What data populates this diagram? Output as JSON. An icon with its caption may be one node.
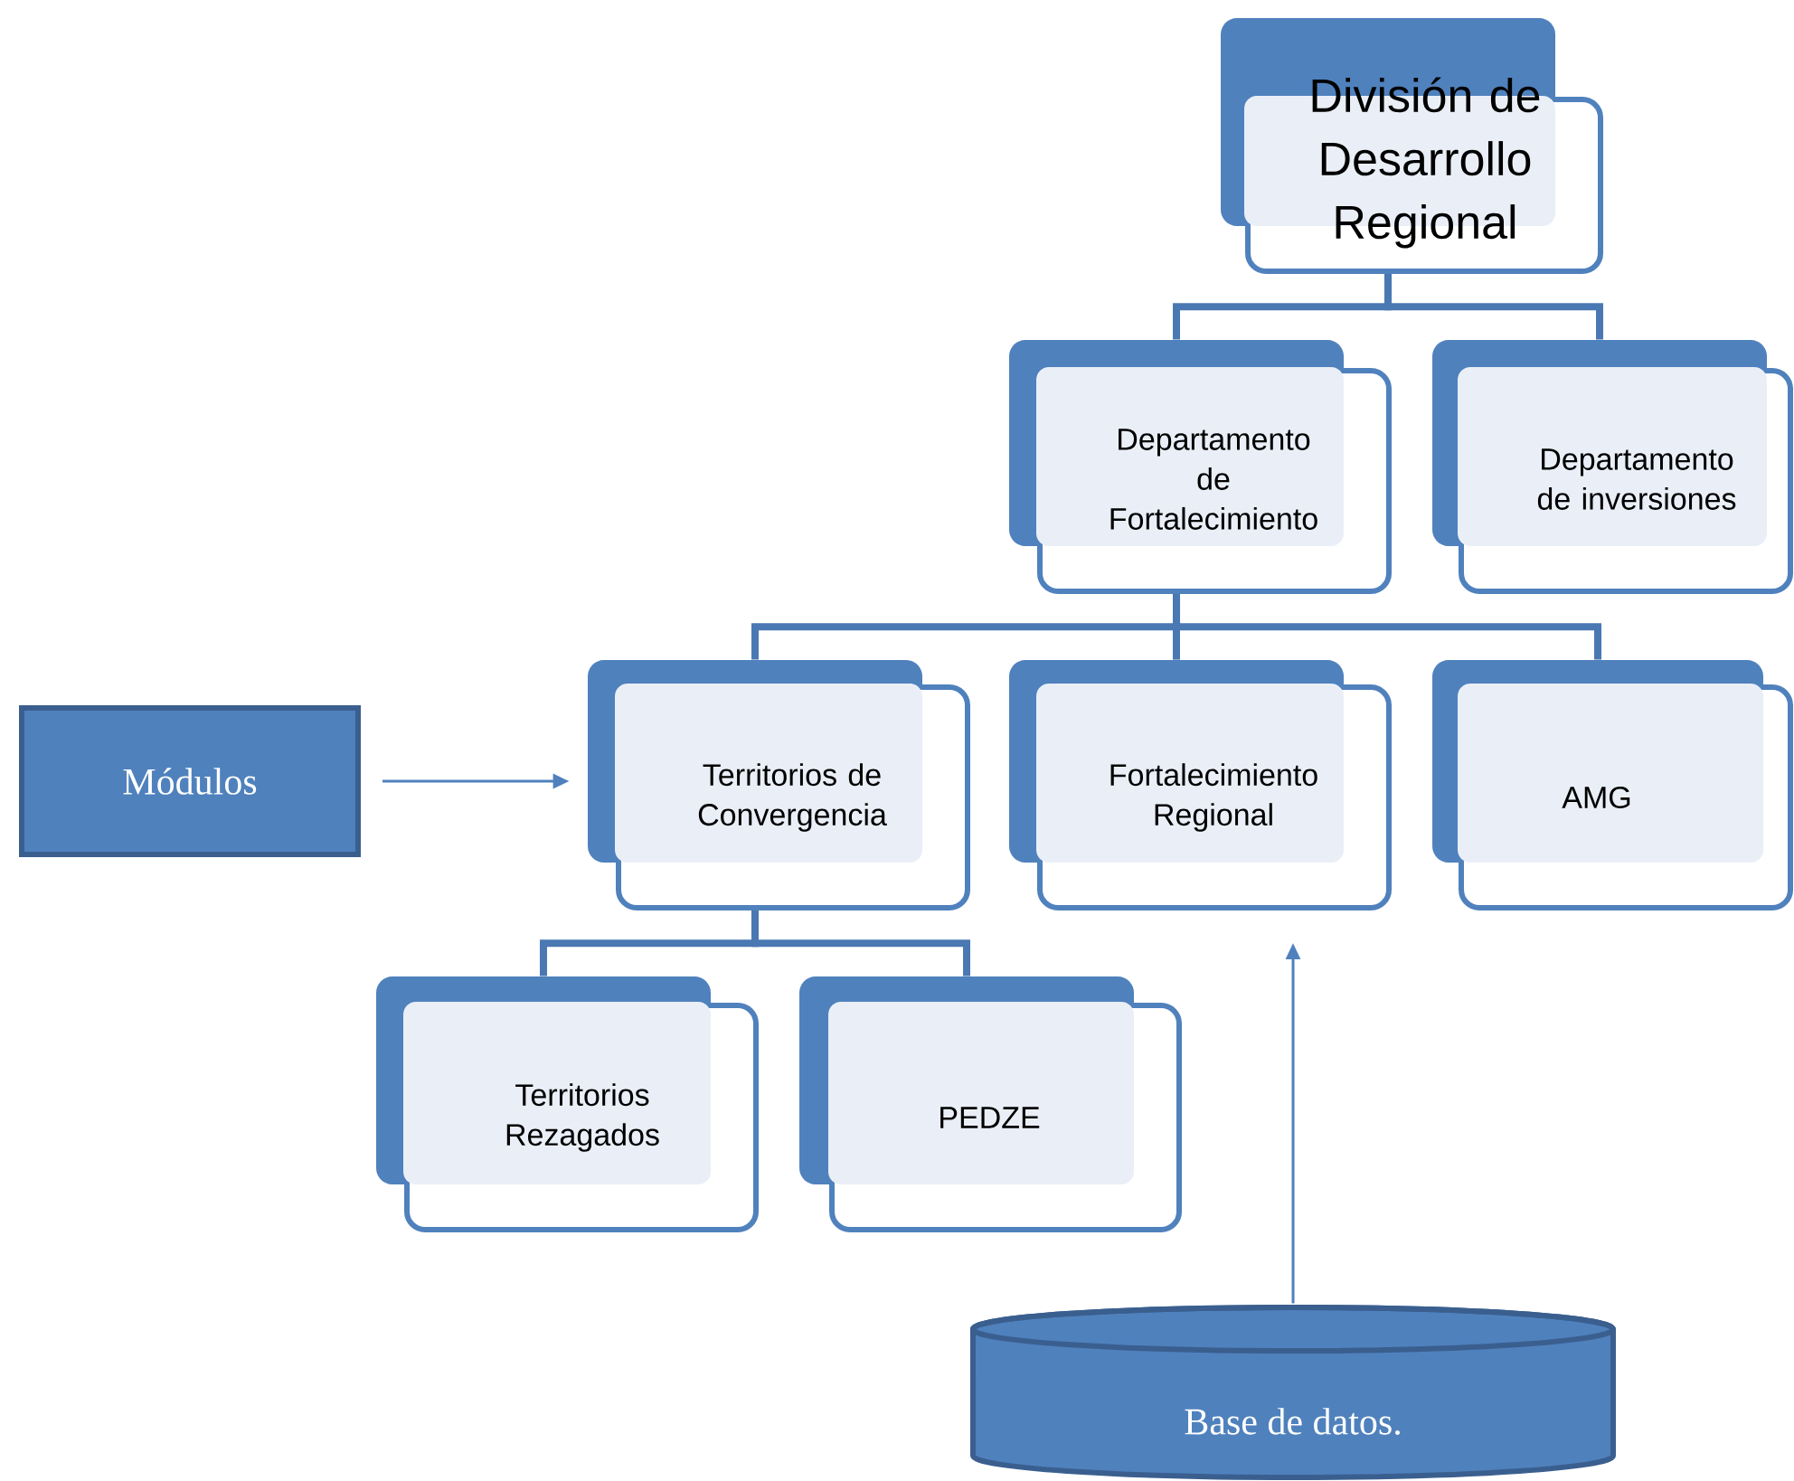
{
  "diagram": {
    "nodes": [
      {
        "text": [
          "División de Desarrollo Regional"
        ]
      },
      {
        "text": [
          "Departamento de Fortalecimiento"
        ]
      },
      {
        "text": [
          "Departamento de inversiones"
        ]
      },
      {
        "text": [
          "Territorios de Convergencia"
        ]
      },
      {
        "text": [
          "Fortalecimiento Regional"
        ]
      },
      {
        "text": [
          "AMG"
        ]
      },
      {
        "text": [
          "Territorios Rezagados"
        ]
      },
      {
        "text": [
          "PEDZE"
        ]
      },
      {
        "text": [
          "Módulos"
        ]
      },
      {
        "text": [
          "Base de datos."
        ]
      }
    ],
    "edges": [
      {
        "from": 0,
        "to": 1,
        "arrow": "none"
      },
      {
        "from": 0,
        "to": 2,
        "arrow": "none"
      },
      {
        "from": 1,
        "to": 3,
        "arrow": "none"
      },
      {
        "from": 1,
        "to": 4,
        "arrow": "none"
      },
      {
        "from": 1,
        "to": 5,
        "arrow": "none"
      },
      {
        "from": 3,
        "to": 6,
        "arrow": "none"
      },
      {
        "from": 3,
        "to": 7,
        "arrow": "none"
      },
      {
        "from": 8,
        "to": 3,
        "arrow": "to"
      },
      {
        "from": 9,
        "to": 4,
        "arrow": "to"
      }
    ]
  }
}
